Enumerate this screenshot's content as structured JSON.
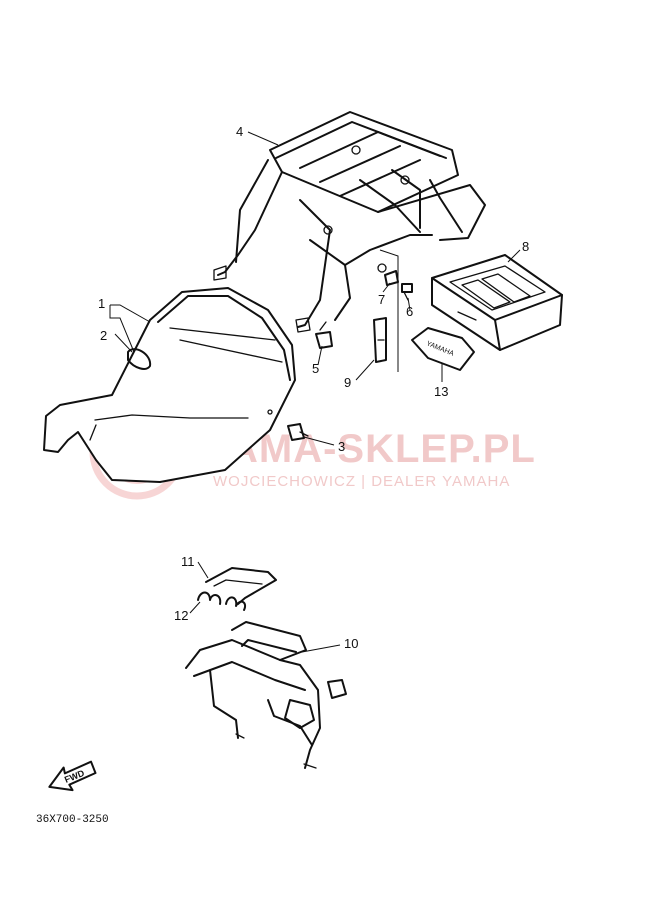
{
  "watermark": {
    "title": "YAMA-SKLEP.PL",
    "subtitle": "WOJCIECHOWICZ | DEALER YAMAHA"
  },
  "callouts": {
    "c1": "1",
    "c2": "2",
    "c3": "3",
    "c4": "4",
    "c5": "5",
    "c6": "6",
    "c7": "7",
    "c8": "8",
    "c9": "9",
    "c10": "10",
    "c11": "11",
    "c12": "12",
    "c13": "13"
  },
  "fwd_label": "FWD",
  "pouch_label": "YAMAHA",
  "diagram_code": "36X700-3250",
  "colors": {
    "ink": "#111111",
    "watermark": "#f1c9c9"
  }
}
